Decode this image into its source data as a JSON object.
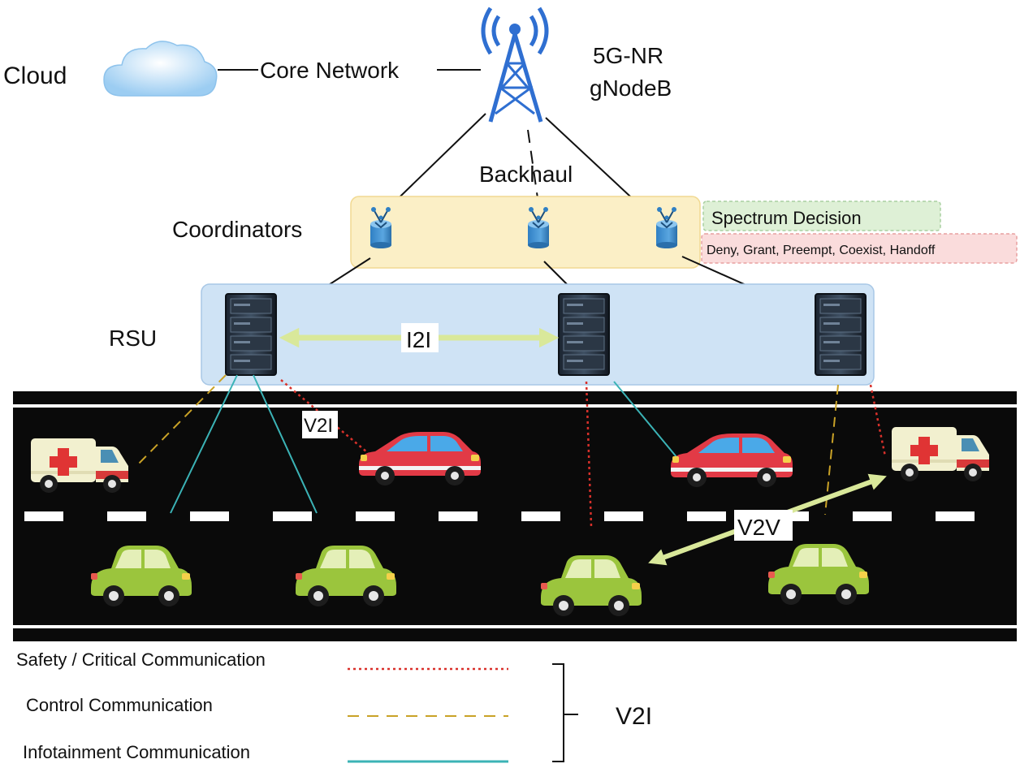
{
  "labels": {
    "cloud": "Cloud",
    "core_network": "Core Network",
    "gnodeb_line1": "5G-NR",
    "gnodeb_line2": "gNodeB",
    "backhaul": "Backhaul",
    "coordinators": "Coordinators",
    "rsu": "RSU",
    "i2i": "I2I",
    "v2i_road": "V2I",
    "v2v": "V2V",
    "spectrum_decision": "Spectrum Decision",
    "spectrum_actions": "Deny, Grant, Preempt, Coexist, Handoff"
  },
  "legend": {
    "items": [
      {
        "label": "Safety / Critical Communication",
        "style": "dotted",
        "color": "#d9312b"
      },
      {
        "label": "Control Communication",
        "style": "dashed",
        "color": "#c9a227"
      },
      {
        "label": "Infotainment Communication",
        "style": "solid",
        "color": "#3bb3b6"
      }
    ],
    "group_label": "V2I"
  },
  "colors": {
    "road": "#0a0a0a",
    "coordinator_band": "#fbefc6",
    "rsu_band": "#cfe3f5",
    "tower": "#2f6fd1",
    "red_car": "#e23a46",
    "green_car": "#9bc53d",
    "arrow": "#d9e89a"
  }
}
